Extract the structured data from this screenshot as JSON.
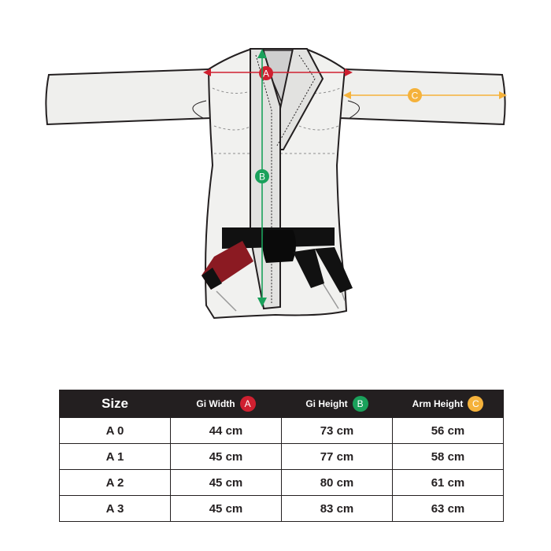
{
  "colors": {
    "marker_a": "#cf2030",
    "marker_b": "#1aa15b",
    "marker_c": "#f5b23b",
    "table_header_bg": "#231f20",
    "belt_black": "#111111",
    "belt_red": "#8b1a22"
  },
  "markers": {
    "a": "A",
    "b": "B",
    "c": "C"
  },
  "table": {
    "headers": [
      {
        "label": "Size",
        "badge": ""
      },
      {
        "label": "Gi Width",
        "badge": "A"
      },
      {
        "label": "Gi Height",
        "badge": "B"
      },
      {
        "label": "Arm Height",
        "badge": "C"
      }
    ],
    "rows": [
      {
        "size": "A 0",
        "width": "44 cm",
        "height": "73 cm",
        "arm": "56 cm"
      },
      {
        "size": "A 1",
        "width": "45 cm",
        "height": "77 cm",
        "arm": "58 cm"
      },
      {
        "size": "A 2",
        "width": "45 cm",
        "height": "80 cm",
        "arm": "61 cm"
      },
      {
        "size": "A 3",
        "width": "45 cm",
        "height": "83 cm",
        "arm": "63 cm"
      }
    ]
  }
}
